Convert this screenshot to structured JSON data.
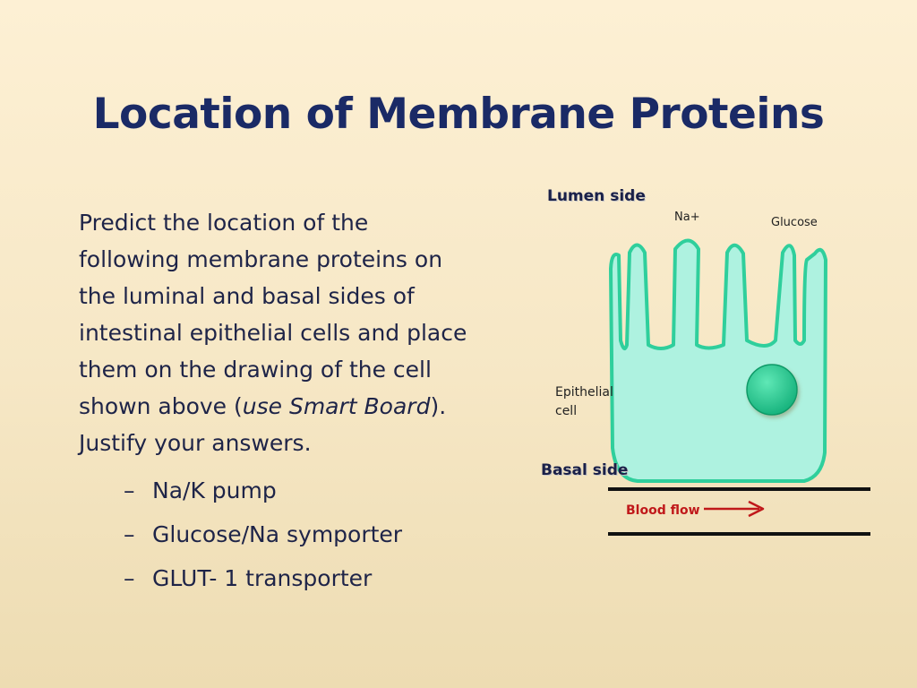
{
  "slide": {
    "title": "Location of Membrane Proteins",
    "paragraph": {
      "before_italic": "Predict the location of the following membrane proteins on the luminal and basal sides of intestinal epithelial cells and place them on the drawing of the cell shown above (",
      "italic": "use Smart Board",
      "after_italic": "). Justify your answers."
    },
    "bullets": [
      {
        "dash": "–",
        "text": "Na/K pump"
      },
      {
        "dash": "–",
        "text": "Glucose/Na symporter"
      },
      {
        "dash": "–",
        "text": "GLUT- 1 transporter"
      }
    ]
  },
  "diagram": {
    "labels": {
      "lumen_side": "Lumen side",
      "na": "Na+",
      "glucose": "Glucose",
      "epithelial_cell": "Epithelial cell",
      "basal_side": "Basal side",
      "blood_flow": "Blood flow"
    },
    "colors": {
      "cell_fill": "#aef2e0",
      "cell_outline": "#2fcf9c",
      "nucleus": "#1ac48a",
      "arrow": "#c0181a",
      "vessel_line": "#111111"
    },
    "icons": [
      "cell-shape",
      "nucleus-circle",
      "blood-flow-arrow"
    ]
  }
}
